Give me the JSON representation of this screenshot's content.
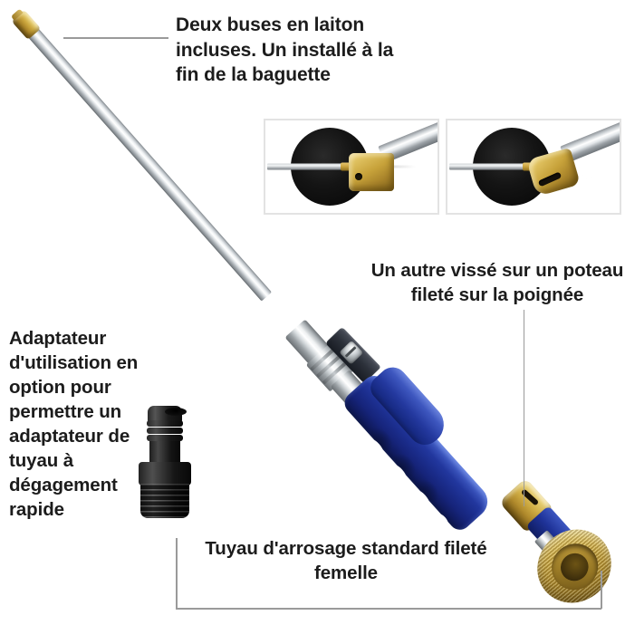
{
  "page": {
    "title": "Pressure washer wand product infographic",
    "language": "fr",
    "background_color": "#ffffff",
    "text_color": "#1c1c1c",
    "leader_line_color": "#9a9a9a",
    "inset_border_color": "#e3e3e3"
  },
  "callouts": [
    {
      "id": "nozzles",
      "text": "Deux buses en laiton incluses. Un installé à la fin de la baguette",
      "align": "left",
      "points_to": "wand-brass-tip"
    },
    {
      "id": "threaded_post",
      "text": "Un autre vissé sur un poteau fileté sur la poignée",
      "align": "center",
      "points_to": "handle-brass-nozzle"
    },
    {
      "id": "adapter",
      "text": "Adaptateur d'utilisation en option pour permettre un adaptateur de tuyau à dégagement rapide",
      "align": "left",
      "points_to": "quick-release-adapter"
    },
    {
      "id": "hose",
      "text": "Tuyau d'arrosage standard fileté femelle",
      "align": "center",
      "points_to": "brass-hose-nut"
    }
  ],
  "insets": [
    {
      "id": "jet",
      "name": "jet-spray-pattern",
      "pattern": "pencil-jet",
      "disc_color": "#0b0b0b",
      "nozzle_color": "#c9a23c",
      "nozzle_type": "round-hole"
    },
    {
      "id": "fan",
      "name": "fan-spray-pattern",
      "pattern": "wide-fan",
      "disc_color": "#0b0b0b",
      "nozzle_color": "#c9a23c",
      "nozzle_type": "slot-hole"
    }
  ],
  "product": {
    "name": "high-pressure-water-wand",
    "parts": [
      {
        "id": "wand",
        "label": "chrome wand tube",
        "color": "#d6dadd"
      },
      {
        "id": "wand_tip",
        "label": "brass nozzle on wand tip",
        "color": "#c9a23c"
      },
      {
        "id": "valve",
        "label": "chrome valve assembly",
        "color": "#b9bec2"
      },
      {
        "id": "lever",
        "label": "black trigger lever",
        "color": "#22262d"
      },
      {
        "id": "handle",
        "label": "blue ergonomic handle",
        "color": "#1f3399"
      },
      {
        "id": "post_nozzle",
        "label": "brass nozzle on threaded post",
        "color": "#cfac43"
      },
      {
        "id": "hose_nut",
        "label": "brass female hose fitting",
        "color": "#d2b04a"
      },
      {
        "id": "adapter",
        "label": "black quick-release hose adapter",
        "color": "#1a1a1a"
      }
    ]
  }
}
